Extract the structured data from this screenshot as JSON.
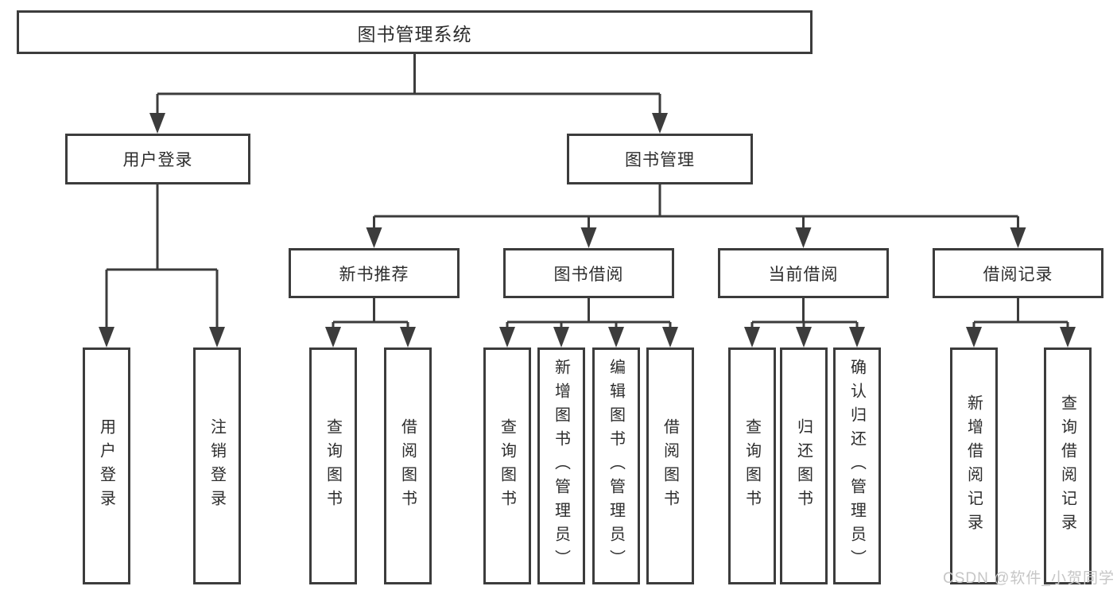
{
  "nodes": {
    "root": {
      "label": "图书管理系统"
    },
    "user_login": {
      "label": "用户登录"
    },
    "book_management": {
      "label": "图书管理"
    },
    "new_book_recommend": {
      "label": "新书推荐"
    },
    "book_borrow": {
      "label": "图书借阅"
    },
    "current_borrow": {
      "label": "当前借阅"
    },
    "borrow_record": {
      "label": "借阅记录"
    },
    "leaf_user_login": {
      "label": "用户登录"
    },
    "leaf_logout": {
      "label": "注销登录"
    },
    "leaf_recommend_query_book": {
      "label": "查询图书"
    },
    "leaf_recommend_borrow_book": {
      "label": "借阅图书"
    },
    "leaf_borrow_query_book": {
      "label": "查询图书"
    },
    "leaf_borrow_add_book": {
      "label": "新增图书（管理员）"
    },
    "leaf_borrow_edit_book": {
      "label": "编辑图书（管理员）"
    },
    "leaf_borrow_borrow_book": {
      "label": "借阅图书"
    },
    "leaf_current_query_book": {
      "label": "查询图书"
    },
    "leaf_current_return_book": {
      "label": "归还图书"
    },
    "leaf_current_confirm_return": {
      "label": "确认归还（管理员）"
    },
    "leaf_record_add": {
      "label": "新增借阅记录"
    },
    "leaf_record_query": {
      "label": "查询借阅记录"
    }
  },
  "watermark": {
    "text": "CSDN @软件_小贺同学"
  },
  "colors": {
    "line": "#3c3c3c",
    "box_border": "#3c3c3c",
    "text": "#2d2d2d",
    "watermark": "#c6c6c6",
    "background": "#ffffff"
  }
}
